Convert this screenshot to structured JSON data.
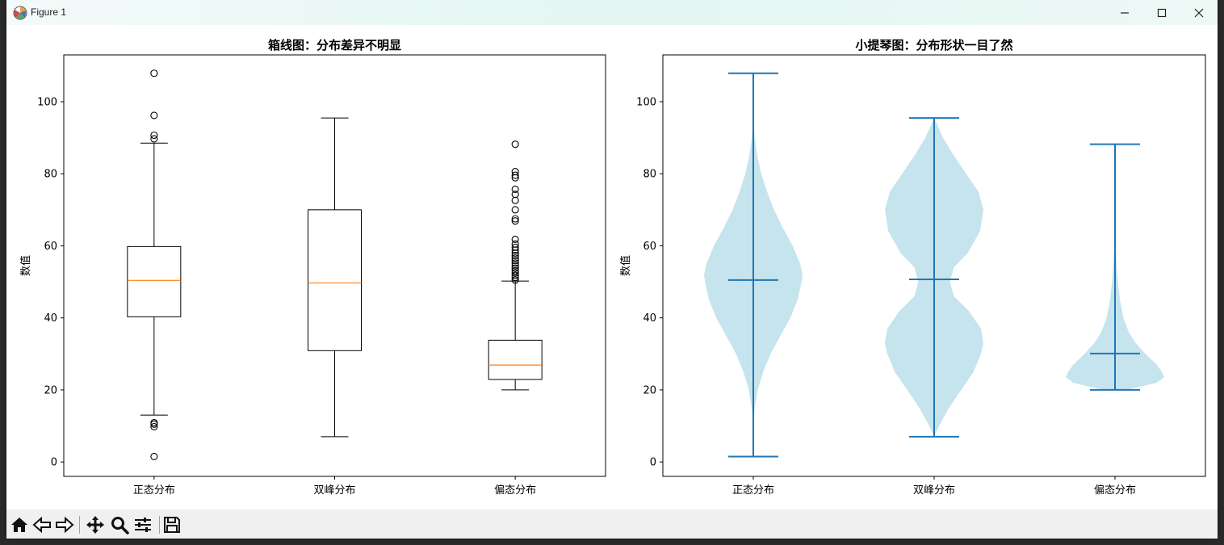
{
  "window": {
    "title": "Figure 1",
    "controls": [
      "minimize-icon",
      "maximize-icon",
      "close-icon"
    ]
  },
  "toolbar": {
    "buttons": [
      "home-icon",
      "back-arrow-icon",
      "forward-arrow-icon",
      "pan-icon",
      "zoom-icon",
      "configure-subplots-icon",
      "save-icon"
    ]
  },
  "chart_data": [
    {
      "type": "boxplot",
      "title": "箱线图：分布差异不明显",
      "xlabel": "",
      "ylabel": "数值",
      "categories": [
        "正态分布",
        "双峰分布",
        "偏态分布"
      ],
      "ylim": [
        -4,
        113
      ],
      "yticks": [
        0,
        20,
        40,
        60,
        80,
        100
      ],
      "grid": false,
      "box_color": "#000000",
      "median_color": "#ff7f0e",
      "boxes": [
        {
          "category": "正态分布",
          "whisker_low": 13,
          "q1": 40.3,
          "median": 50.4,
          "q3": 59.8,
          "whisker_high": 88.5,
          "outliers": [
            1.5,
            9.8,
            10.5,
            10.9,
            89.7,
            90.7,
            96.2,
            107.9
          ]
        },
        {
          "category": "双峰分布",
          "whisker_low": 7,
          "q1": 30.9,
          "median": 49.7,
          "q3": 70,
          "whisker_high": 95.5,
          "outliers": []
        },
        {
          "category": "偏态分布",
          "whisker_low": 20,
          "q1": 22.9,
          "median": 26.9,
          "q3": 33.8,
          "whisker_high": 50.2,
          "outliers": [
            50.5,
            51.2,
            51.8,
            52.5,
            53.1,
            53.8,
            54.5,
            55.2,
            55.9,
            56.6,
            57.3,
            58,
            58.8,
            59.6,
            60.5,
            61.8,
            66.9,
            67.5,
            70,
            72.6,
            74.3,
            75.7,
            78.9,
            79.6,
            80.6,
            88.2
          ]
        }
      ]
    },
    {
      "type": "violin",
      "title": "小提琴图：分布形状一目了然",
      "xlabel": "",
      "ylabel": "数值",
      "categories": [
        "正态分布",
        "双峰分布",
        "偏态分布"
      ],
      "ylim": [
        -4,
        113
      ],
      "yticks": [
        0,
        20,
        40,
        60,
        80,
        100
      ],
      "grid": false,
      "fill_color": "#add8e6",
      "line_color": "#1f77b4",
      "violins": [
        {
          "category": "正态分布",
          "min": 1.5,
          "mean": 50.5,
          "max": 107.9,
          "density": [
            [
              11,
              0.01
            ],
            [
              15,
              0.03
            ],
            [
              20,
              0.09
            ],
            [
              25,
              0.2
            ],
            [
              30,
              0.35
            ],
            [
              35,
              0.55
            ],
            [
              40,
              0.75
            ],
            [
              45,
              0.9
            ],
            [
              50,
              0.98
            ],
            [
              52,
              1
            ],
            [
              55,
              0.95
            ],
            [
              60,
              0.8
            ],
            [
              65,
              0.6
            ],
            [
              70,
              0.42
            ],
            [
              75,
              0.28
            ],
            [
              80,
              0.16
            ],
            [
              85,
              0.08
            ],
            [
              90,
              0.03
            ],
            [
              94,
              0.01
            ]
          ]
        },
        {
          "category": "双峰分布",
          "min": 7,
          "mean": 50.7,
          "max": 95.5,
          "density": [
            [
              7,
              0
            ],
            [
              10,
              0.1
            ],
            [
              15,
              0.3
            ],
            [
              20,
              0.55
            ],
            [
              25,
              0.8
            ],
            [
              30,
              0.95
            ],
            [
              33,
              1
            ],
            [
              37,
              0.95
            ],
            [
              42,
              0.7
            ],
            [
              46,
              0.4
            ],
            [
              50,
              0.32
            ],
            [
              54,
              0.4
            ],
            [
              58,
              0.68
            ],
            [
              64,
              0.93
            ],
            [
              70,
              1
            ],
            [
              75,
              0.9
            ],
            [
              80,
              0.65
            ],
            [
              85,
              0.4
            ],
            [
              90,
              0.18
            ],
            [
              95.5,
              0
            ]
          ]
        },
        {
          "category": "偏态分布",
          "min": 20,
          "mean": 30.1,
          "max": 88.2,
          "density": [
            [
              20,
              0.2
            ],
            [
              21,
              0.55
            ],
            [
              22,
              0.85
            ],
            [
              23.5,
              1
            ],
            [
              25,
              0.95
            ],
            [
              27,
              0.85
            ],
            [
              30,
              0.62
            ],
            [
              33,
              0.42
            ],
            [
              36,
              0.28
            ],
            [
              40,
              0.17
            ],
            [
              45,
              0.1
            ],
            [
              50,
              0.06
            ],
            [
              55,
              0.035
            ],
            [
              60,
              0.02
            ],
            [
              65,
              0.01
            ],
            [
              70,
              0
            ]
          ]
        }
      ]
    }
  ]
}
